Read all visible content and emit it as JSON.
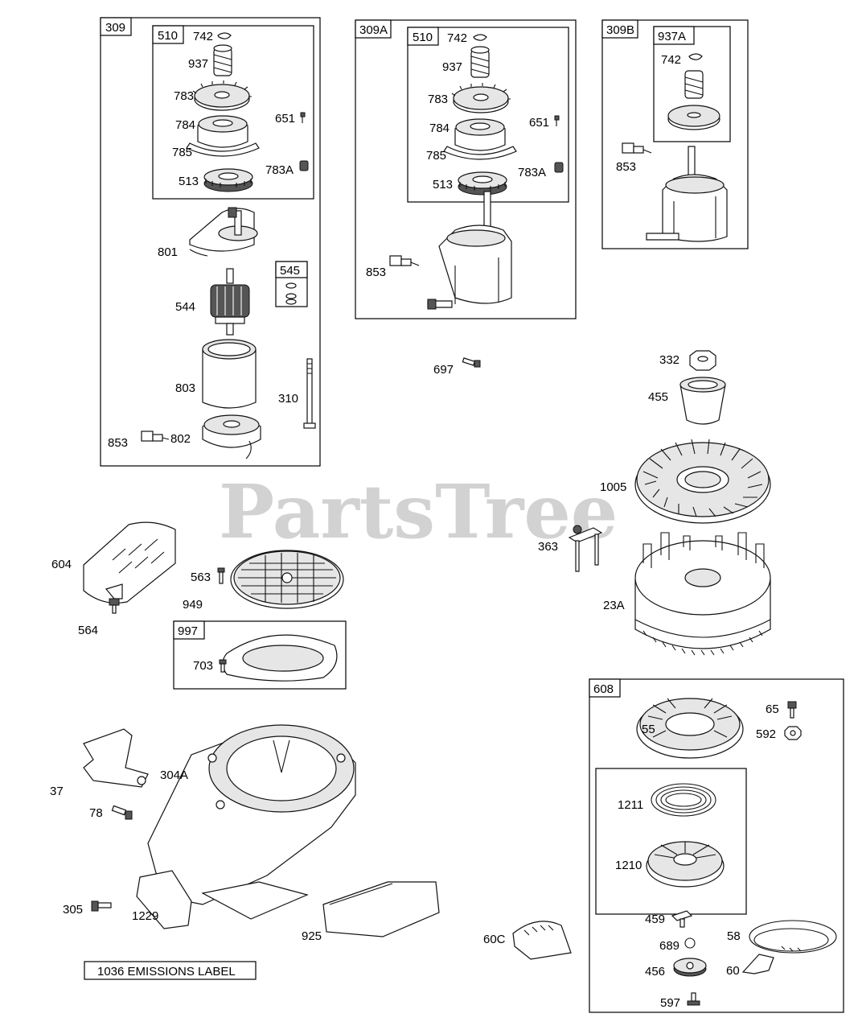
{
  "watermark": "PartsTree",
  "emissions_label": "1036 EMISSIONS LABEL",
  "groups": {
    "g309": "309",
    "g510a": "510",
    "g545": "545",
    "g309A": "309A",
    "g510b": "510",
    "g309B": "309B",
    "g937A": "937A",
    "g997": "997",
    "g608": "608"
  },
  "labels": {
    "l742a": "742",
    "l937a": "937",
    "l783a": "783",
    "l784a": "784",
    "l785a": "785",
    "l513a": "513",
    "l651a": "651",
    "l783Aa": "783A",
    "l801": "801",
    "l544": "544",
    "l803": "803",
    "l310": "310",
    "l853a": "853",
    "l802": "802",
    "l742b": "742",
    "l937b": "937",
    "l783b": "783",
    "l784b": "784",
    "l785b": "785",
    "l513b": "513",
    "l651b": "651",
    "l783Ab": "783A",
    "l853b": "853",
    "l742c": "742",
    "l853c": "853",
    "l697": "697",
    "l332": "332",
    "l455": "455",
    "l1005": "1005",
    "l363": "363",
    "l23A": "23A",
    "l604": "604",
    "l564": "564",
    "l563": "563",
    "l949": "949",
    "l703": "703",
    "l37": "37",
    "l304A": "304A",
    "l78": "78",
    "l305": "305",
    "l1229": "1229",
    "l925": "925",
    "l60C": "60C",
    "l65": "65",
    "l55": "55",
    "l592": "592",
    "l1211": "1211",
    "l1210": "1210",
    "l459": "459",
    "l58": "58",
    "l689": "689",
    "l456": "456",
    "l60": "60",
    "l597": "597"
  }
}
